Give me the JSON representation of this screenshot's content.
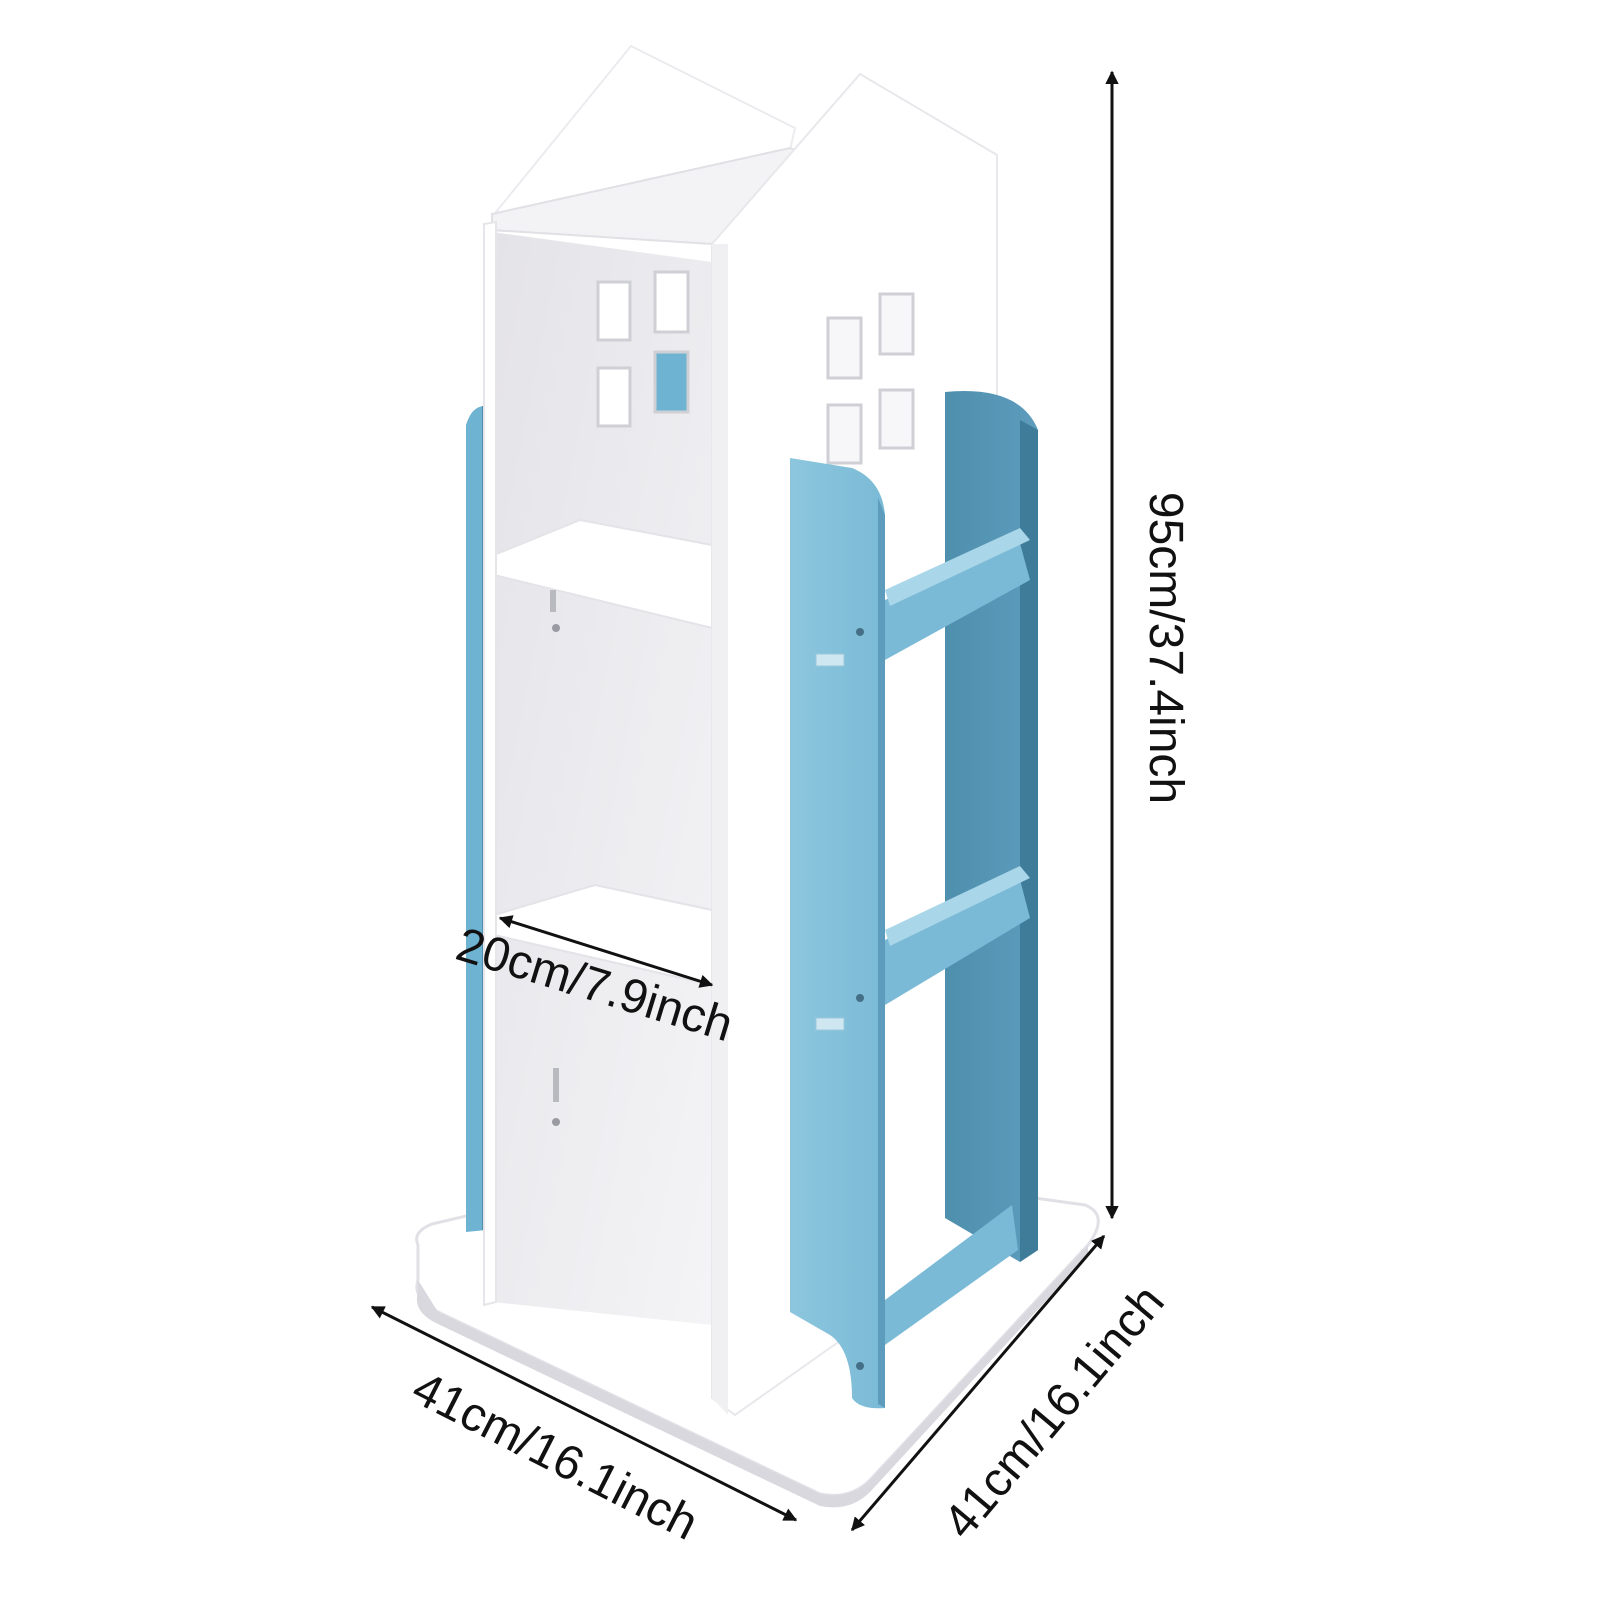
{
  "dimensions": {
    "height": "95cm/37.4inch",
    "shelf_width": "20cm/7.9inch",
    "base_width_front": "41cm/16.1inch",
    "base_width_side": "41cm/16.1inch"
  },
  "colors": {
    "white_panel": "#f2f1f3",
    "white_shadow": "#dcdbe0",
    "white_bright": "#ffffff",
    "blue_light": "#8fc7de",
    "blue_mid": "#6fb3d2",
    "blue_dark": "#4f8fae",
    "arrow": "#111111"
  }
}
